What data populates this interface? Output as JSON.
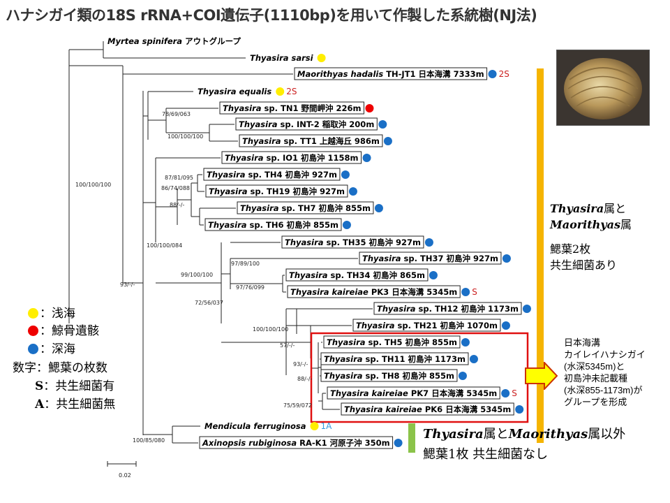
{
  "title": "ハナシガイ類の18S rRNA+COI遺伝子(1110bp)を用いて作製した系統樹(NJ法)",
  "colors": {
    "shallow": "#ffee00",
    "whalebone": "#ee0000",
    "deep": "#1a6fc6",
    "orange_bar": "#f5b400",
    "green_bar": "#8bc34a",
    "group_box": "#e01010",
    "arrow_fill": "#ffff00",
    "arrow_stroke": "#cc3300",
    "red_text": "#cc2020",
    "blue_text": "#3399dd"
  },
  "taxa": [
    {
      "genus": "Myrtea spinifera",
      "rest": " アウトグループ",
      "boxed": false,
      "dot": null,
      "suffix": ""
    },
    {
      "genus": "Thyasira sarsi",
      "rest": "",
      "boxed": false,
      "dot": "shallow",
      "suffix": ""
    },
    {
      "genus": "Maorithyas hadalis",
      "rest": " TH-JT1 日本海溝 7333m",
      "boxed": true,
      "dot": "deep",
      "suffix": "2S"
    },
    {
      "genus": "Thyasira equalis",
      "rest": "",
      "boxed": false,
      "dot": "shallow",
      "suffix": "2S"
    },
    {
      "genus": "Thyasira",
      "rest": " sp. TN1 野間岬沖 226m",
      "boxed": true,
      "dot": "whalebone",
      "suffix": ""
    },
    {
      "genus": "Thyasira",
      "rest": " sp. INT-2 稲取沖 200m",
      "boxed": true,
      "dot": "deep",
      "suffix": ""
    },
    {
      "genus": "Thyasira",
      "rest": " sp. TT1 上越海丘 986m",
      "boxed": true,
      "dot": "deep",
      "suffix": ""
    },
    {
      "genus": "Thyasira",
      "rest": " sp. IO1 初島沖 1158m",
      "boxed": true,
      "dot": "deep",
      "suffix": ""
    },
    {
      "genus": "Thyasira",
      "rest": " sp. TH4 初島沖 927m",
      "boxed": true,
      "dot": "deep",
      "suffix": ""
    },
    {
      "genus": "Thyasira",
      "rest": " sp. TH19 初島沖 927m",
      "boxed": true,
      "dot": "deep",
      "suffix": ""
    },
    {
      "genus": "Thyasira",
      "rest": " sp. TH7 初島沖 855m",
      "boxed": true,
      "dot": "deep",
      "suffix": ""
    },
    {
      "genus": "Thyasira",
      "rest": " sp. TH6 初島沖 855m",
      "boxed": true,
      "dot": "deep",
      "suffix": ""
    },
    {
      "genus": "Thyasira",
      "rest": " sp. TH35 初島沖 927m",
      "boxed": true,
      "dot": "deep",
      "suffix": ""
    },
    {
      "genus": "Thyasira",
      "rest": " sp. TH37 初島沖 927m",
      "boxed": true,
      "dot": "deep",
      "suffix": ""
    },
    {
      "genus": "Thyasira",
      "rest": " sp. TH34 初島沖 865m",
      "boxed": true,
      "dot": "deep",
      "suffix": ""
    },
    {
      "genus": "Thyasira kaireiae",
      "rest": " PK3 日本海溝 5345m",
      "boxed": true,
      "dot": "deep",
      "suffix": "S"
    },
    {
      "genus": "Thyasira",
      "rest": " sp. TH12 初島沖 1173m",
      "boxed": true,
      "dot": "deep",
      "suffix": ""
    },
    {
      "genus": "Thyasira",
      "rest": " sp. TH21 初島沖 1070m",
      "boxed": true,
      "dot": "deep",
      "suffix": ""
    },
    {
      "genus": "Thyasira",
      "rest": " sp. TH5 初島沖 855m",
      "boxed": true,
      "dot": "deep",
      "suffix": ""
    },
    {
      "genus": "Thyasira",
      "rest": " sp. TH11 初島沖 1173m",
      "boxed": true,
      "dot": "deep",
      "suffix": ""
    },
    {
      "genus": "Thyasira",
      "rest": " sp. TH8 初島沖 855m",
      "boxed": true,
      "dot": "deep",
      "suffix": ""
    },
    {
      "genus": "Thyasira kaireiae",
      "rest": " PK7 日本海溝 5345m",
      "boxed": true,
      "dot": "deep",
      "suffix": "S"
    },
    {
      "genus": "Thyasira kaireiae",
      "rest": " PK6 日本海溝 5345m",
      "boxed": true,
      "dot": "deep",
      "suffix": ""
    },
    {
      "genus": "Mendicula ferruginosa",
      "rest": "",
      "boxed": false,
      "dot": "shallow",
      "suffix": "1A"
    },
    {
      "genus": "Axinopsis rubiginosa",
      "rest": " RA-K1 河原子沖 350m",
      "boxed": true,
      "dot": "deep",
      "suffix": ""
    }
  ],
  "support_values": [
    "78/69/063",
    "100/100/100",
    "87/81/095",
    "86/74/088",
    "88/-/-",
    "100/100/084",
    "97/89/100",
    "99/100/100",
    "97/76/099",
    "72/56/037",
    "100/100/100",
    "57/-/-",
    "93/-/-",
    "88/-/-",
    "75/59/072",
    "100/100/100",
    "93/-/-",
    "100/85/080"
  ],
  "scale_label": "0.02",
  "legend": [
    {
      "symbol": "dot",
      "color": "shallow",
      "text": "：浅海"
    },
    {
      "symbol": "dot",
      "color": "whalebone",
      "text": "：鯨骨遺骸"
    },
    {
      "symbol": "dot",
      "color": "deep",
      "text": "：深海"
    },
    {
      "symbol": "text",
      "key": "数字",
      "text": "：鰓葉の枚数"
    },
    {
      "symbol": "text",
      "key": "S",
      "text": "：共生細菌有"
    },
    {
      "symbol": "text",
      "key": "A",
      "text": "：共生細菌無"
    }
  ],
  "right_note": {
    "line1_genus": "Thyasira",
    "line1_rest": "属と",
    "line2_genus": "Maorithyas",
    "line2_rest": "属",
    "line3": "鰓葉2枚",
    "line4": "共生細菌あり"
  },
  "bottom_note": {
    "g1": "Thyasira",
    "r1": "属と",
    "g2": "Maorithyas",
    "r2": "属以外",
    "line2": "鰓葉1枚  共生細菌なし"
  },
  "side_note": [
    "日本海溝",
    "カイレイハナシガイ",
    "(水深5345m)と",
    "初島沖未記載種",
    "(水深855-1173m)が",
    "グループを形成"
  ]
}
